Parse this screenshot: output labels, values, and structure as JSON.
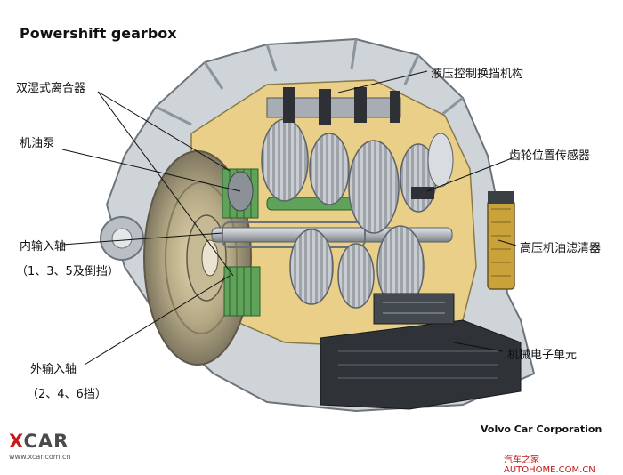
{
  "title": "Powershift gearbox",
  "credit": "Volvo Car Corporation",
  "labels": {
    "dual_wet_clutch": "双湿式离合器",
    "oil_pump": "机油泵",
    "inner_shaft": "内输入轴",
    "inner_shaft_gears": "（1、3、5及倒挡）",
    "outer_shaft": "外输入轴",
    "outer_shaft_gears": "（2、4、6挡）",
    "hydraulic_shift": "液压控制换挡机构",
    "gear_sensor": "齿轮位置传感器",
    "hp_filter": "高压机油滤清器",
    "mechatronic": "机械电子单元"
  },
  "watermarks": {
    "xcar_x": "X",
    "xcar_rest": "CAR",
    "xcar_url": "www.xcar.com.cn",
    "autohome": "汽车之家 AUTOHOME.COM.CN"
  },
  "colors": {
    "housing": "#cfd4d9",
    "housing_dark": "#8c949c",
    "cutaway": "#e9cf88",
    "gear": "#bcc1c6",
    "shaft": "#9aa0a6",
    "green": "#5fa35a",
    "filter": "#c9a23a",
    "mechatronic": "#2f3337",
    "xcar_red": "#c61a1a"
  }
}
